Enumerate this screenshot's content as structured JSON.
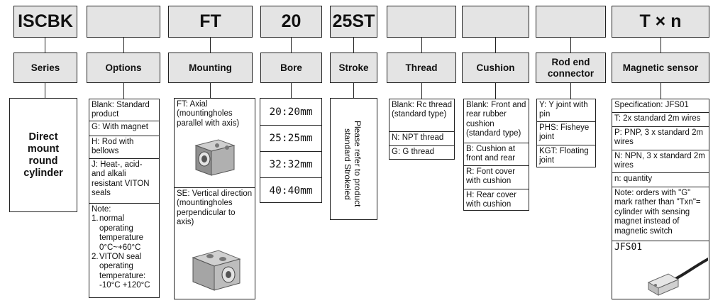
{
  "codes": {
    "series": "ISCBK",
    "options": "",
    "mounting": "FT",
    "bore": "20",
    "stroke": "25ST",
    "thread": "",
    "cushion": "",
    "rod_end": "",
    "sensor": "T × n"
  },
  "headers": {
    "series": "Series",
    "options": "Options",
    "mounting": "Mounting",
    "bore": "Bore",
    "stroke": "Stroke",
    "thread": "Thread",
    "cushion": "Cushion",
    "rod_end_1": "Rod end",
    "rod_end_2": "connector",
    "sensor": "Magnetic sensor"
  },
  "series": {
    "description": "Direct mount round cylinder"
  },
  "options": {
    "items": [
      "Blank: Standard product",
      "G: With magnet",
      "H: Rod with bellows",
      "J: Heat-, acid- and alkali resistant VITON seals"
    ],
    "note_title": "Note:",
    "notes": [
      {
        "num": "1.",
        "text": "normal operating temperature 0°C~+60°C"
      },
      {
        "num": "2.",
        "text": "VITON seal operating temperature: -10°C +120°C"
      }
    ]
  },
  "mounting": {
    "ft": "FT: Axial (mountingholes parallel with axis)",
    "se": "SE: Vertical direction (mountingholes perpendicular to axis)"
  },
  "bore": {
    "sizes": [
      "20:20mm",
      "25:25mm",
      "32:32mm",
      "40:40mm"
    ]
  },
  "stroke": {
    "note": "Please refer to product standard Strokeled"
  },
  "thread": {
    "items": [
      "Blank: Rc thread (standard type)",
      "N: NPT thread",
      "G: G thread"
    ]
  },
  "cushion": {
    "items": [
      "Blank: Front and rear rubber cushion (standard type)",
      "B: Cushion at front and rear",
      "R: Font cover with cushion",
      "H: Rear cover with cushion"
    ]
  },
  "rod_end": {
    "items": [
      "Y: Y joint with pin",
      "PHS: Fisheye joint",
      "KGT: Floating joint"
    ]
  },
  "sensor": {
    "items": [
      "Specification: JFS01",
      "T: 2x standard 2m wires",
      "P: PNP, 3 x standard 2m wires",
      "N: NPN, 3 x standard 2m wires",
      "n: quantity",
      "Note: orders with \"G\" mark rather than \"Txn\"= cylinder with sensing magnet instead of magnetic switch"
    ],
    "image_label": "JFS01"
  },
  "colors": {
    "box_fill": "#e4e4e4",
    "line": "#222222"
  }
}
